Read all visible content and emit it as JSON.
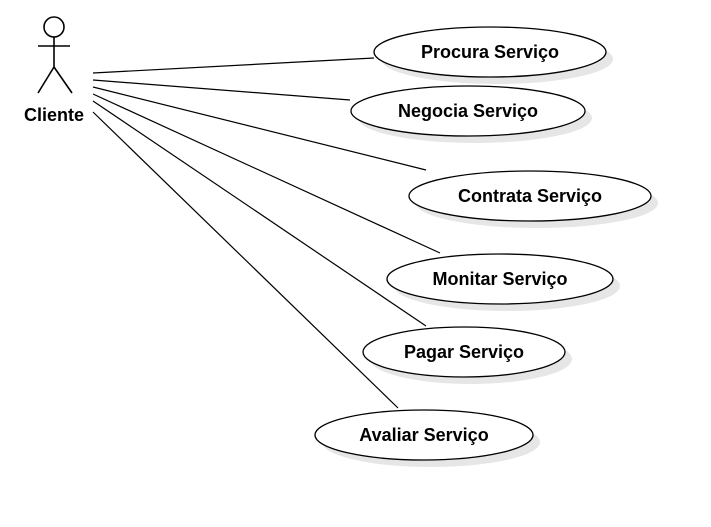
{
  "actor": {
    "label": "Cliente",
    "icon": "stick-figure-icon"
  },
  "use_cases": [
    {
      "id": "procura",
      "label": "Procura Serviço"
    },
    {
      "id": "negocia",
      "label": "Negocia Serviço"
    },
    {
      "id": "contrata",
      "label": "Contrata Serviço"
    },
    {
      "id": "monitar",
      "label": "Monitar Serviço"
    },
    {
      "id": "pagar",
      "label": "Pagar Serviço"
    },
    {
      "id": "avaliar",
      "label": "Avaliar Serviço"
    }
  ],
  "colors": {
    "stroke": "#000000",
    "fill": "#ffffff",
    "shadow": "#e6e6e6"
  }
}
